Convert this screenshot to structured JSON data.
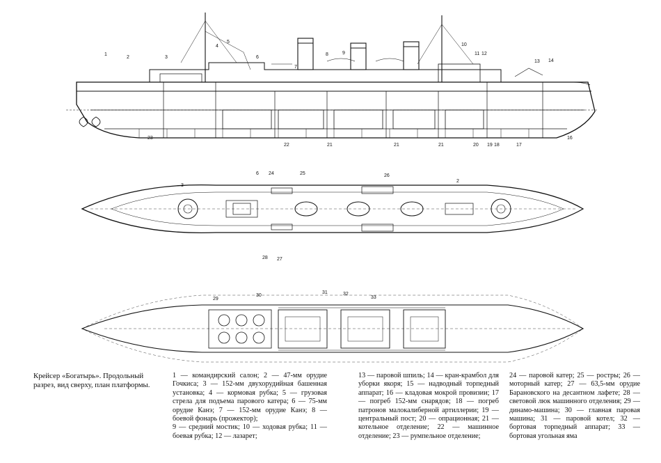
{
  "caption": {
    "title": "Крейсер «Богатырь». Продольный разрез, вид сверху, план платформы."
  },
  "legend": {
    "col1": [
      "1 — командирский салон; 2 — 47-мм орудие Гочкиса; 3 — 152-мм двухорудийная башенная установка; 4 — кормовая рубка; 5 — грузовая стрела для подъема парового катера; 6 — 75-мм орудие Канэ; 7 — 152-мм орудие Канэ; 8 — боевой фонарь (прожектор);",
      "9 — средний мостик; 10 — ходовая рубка; 11 — боевая рубка; 12 — лазарет;"
    ],
    "col2": [
      "13 — паровой шпиль; 14 — кран-крамбол для уборки якоря; 15 — надводный торпедный аппарат; 16 — кладовая мокрой провизии; 17 — погреб 152-мм снарядов; 18 — погреб патронов малокалиберной артиллерии; 19 — центральный пост; 20 — опрационная; 21 — котельное отделение; 22 — машинное отделение; 23 — румпельное отделение;"
    ],
    "col3": [
      "24 — паровой катер; 25 — ростры; 26 — моторный катер; 27 — 63,5-мм орудие Барановского на десантном лафете; 28 — световой люк машинного отделения; 29 — динамо-машина; 30 — главная паровая машина; 31 — паровой котел; 32 — бортовая торпедный аппарат; 33 — бортовая угольная яма"
    ]
  },
  "callouts": {
    "profile": [
      "1",
      "2",
      "3",
      "4",
      "5",
      "6",
      "7",
      "8",
      "9",
      "10",
      "11",
      "12",
      "13",
      "14",
      "16",
      "17",
      "18",
      "19",
      "20",
      "21",
      "21",
      "21",
      "22",
      "23"
    ],
    "plan": [
      "2",
      "3",
      "6",
      "24",
      "25",
      "26",
      "27",
      "28"
    ],
    "platform": [
      "29",
      "30",
      "31",
      "32",
      "33"
    ]
  },
  "colors": {
    "ink": "#111111",
    "paper": "#ffffff"
  }
}
